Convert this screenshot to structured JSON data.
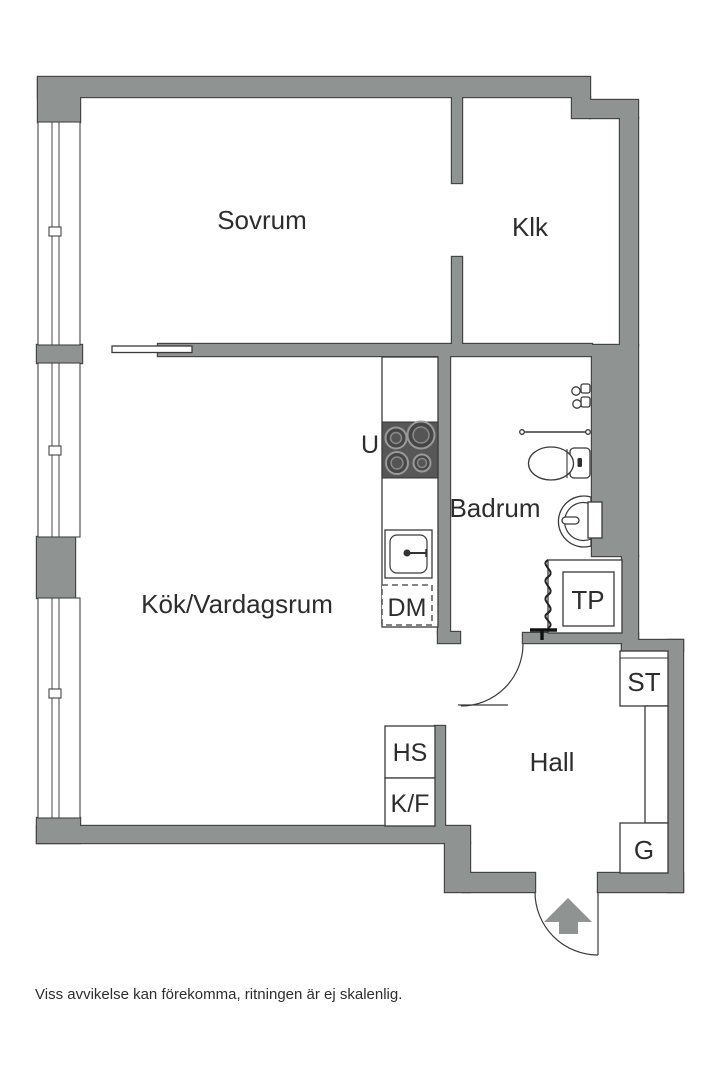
{
  "rooms": {
    "bedroom": "Sovrum",
    "closet": "Klk",
    "kitchen_living": "Kök/Vardagsrum",
    "bathroom": "Badrum",
    "hall": "Hall"
  },
  "fixtures": {
    "oven": "U",
    "dishwasher": "DM",
    "laundry_column": "TP",
    "cleaning_cabinet": "ST",
    "wardrobe": "G",
    "shelf_cabinet": "HS",
    "fridge_freezer": "K/F"
  },
  "disclaimer": "Viss avvikelse kan förekomma, ritningen är ej skalenlig.",
  "colors": {
    "wall": "#8f9392",
    "outline": "#454545",
    "fixture": "#3a3a3a",
    "text": "#2d2d2d",
    "stove": "#575757",
    "burner": "#9a9a9a"
  }
}
